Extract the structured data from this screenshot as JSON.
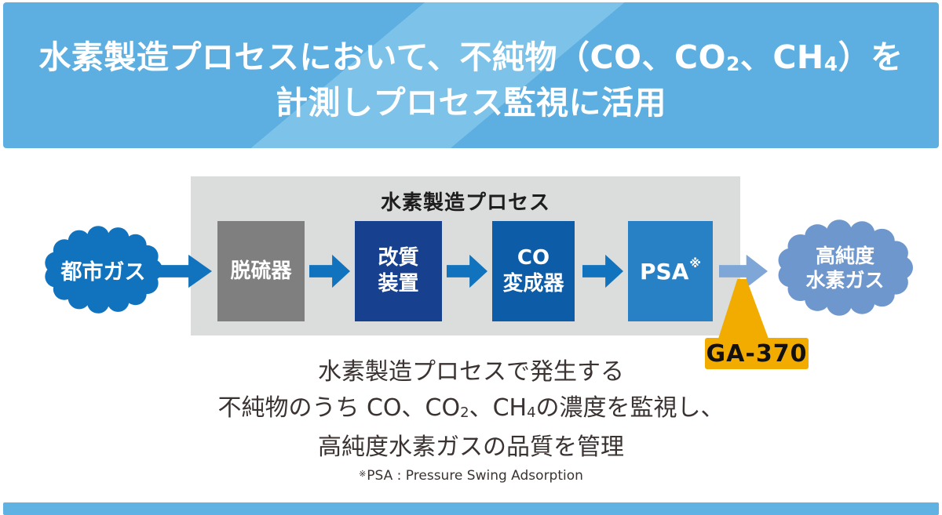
{
  "colors": {
    "header_bg": "#5CAFE0",
    "header_band": "#7CC2E9",
    "footer_bg": "#5FB2E1",
    "panel_bg": "#DBDCDC",
    "city_gas_blue": "#1173BD",
    "arrow_blue": "#1173BD",
    "light_arrow": "#7EA7D8",
    "desulfurizer_gray": "#7F7F7F",
    "reformer_navy": "#17418F",
    "co_converter_blue": "#0D5CA8",
    "psa_blue": "#2981C5",
    "h2_cloud_blue": "#6E97CD",
    "accent_yellow": "#F2AC00",
    "body_text": "#3A3332"
  },
  "header": {
    "line1_parts": [
      "水素製造プロセスにおいて、不純物（CO、CO",
      "2",
      "、CH",
      "4",
      "）を"
    ],
    "line2": "計測しプロセス監視に活用"
  },
  "diagram": {
    "panel_title": "水素製造プロセス",
    "input_cloud_label": "都市ガス",
    "boxes": {
      "desulfurizer": "脱硫器",
      "reformer_l1": "改質",
      "reformer_l2": "装置",
      "co_converter_l1": "CO",
      "co_converter_l2": "変成器",
      "psa": "PSA",
      "psa_mark": "※"
    },
    "output_cloud_line1": "高純度",
    "output_cloud_line2": "水素ガス",
    "device_label": "GA-370"
  },
  "caption": {
    "line1": "水素製造プロセスで発生する",
    "line2_parts": [
      "不純物のうち CO、CO",
      "2",
      "、CH",
      "4",
      "の濃度を監視し、"
    ],
    "line3": "高純度水素ガスの品質を管理"
  },
  "footnote": {
    "mark": "※",
    "text": "PSA : Pressure Swing Adsorption"
  }
}
